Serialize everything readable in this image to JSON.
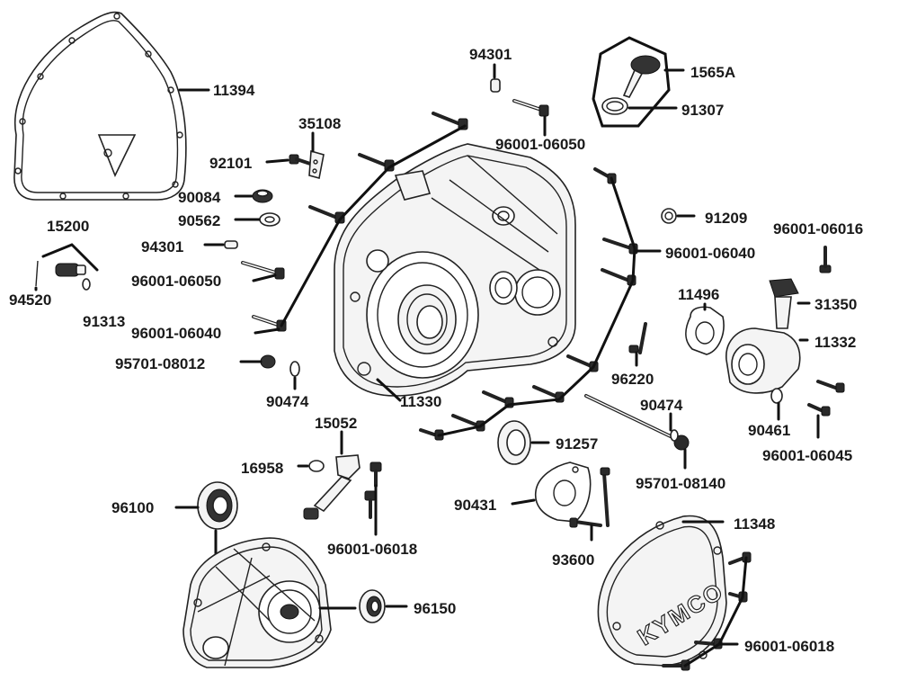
{
  "brand_logo": "KYMCO",
  "callouts": [
    {
      "id": "c-11394",
      "text": "11394"
    },
    {
      "id": "c-35108",
      "text": "35108"
    },
    {
      "id": "c-92101",
      "text": "92101"
    },
    {
      "id": "c-90084",
      "text": "90084"
    },
    {
      "id": "c-90562",
      "text": "90562"
    },
    {
      "id": "c-15200",
      "text": "15200"
    },
    {
      "id": "c-94301a",
      "text": "94301"
    },
    {
      "id": "c-96001-06050a",
      "text": "96001-06050"
    },
    {
      "id": "c-94520",
      "text": "94520"
    },
    {
      "id": "c-91313",
      "text": "91313"
    },
    {
      "id": "c-96001-06040a",
      "text": "96001-06040"
    },
    {
      "id": "c-95701-08012",
      "text": "95701-08012"
    },
    {
      "id": "c-90474a",
      "text": "90474"
    },
    {
      "id": "c-11330",
      "text": "11330"
    },
    {
      "id": "c-94301b",
      "text": "94301"
    },
    {
      "id": "c-96001-06050b",
      "text": "96001-06050"
    },
    {
      "id": "c-1565A",
      "text": "1565A"
    },
    {
      "id": "c-91307",
      "text": "91307"
    },
    {
      "id": "c-91209",
      "text": "91209"
    },
    {
      "id": "c-96001-06016",
      "text": "96001-06016"
    },
    {
      "id": "c-96001-06040b",
      "text": "96001-06040"
    },
    {
      "id": "c-11496",
      "text": "11496"
    },
    {
      "id": "c-31350",
      "text": "31350"
    },
    {
      "id": "c-11332",
      "text": "11332"
    },
    {
      "id": "c-96220",
      "text": "96220"
    },
    {
      "id": "c-90474b",
      "text": "90474"
    },
    {
      "id": "c-90461",
      "text": "90461"
    },
    {
      "id": "c-96001-06045",
      "text": "96001-06045"
    },
    {
      "id": "c-15052",
      "text": "15052"
    },
    {
      "id": "c-16958",
      "text": "16958"
    },
    {
      "id": "c-91257",
      "text": "91257"
    },
    {
      "id": "c-95701-08140",
      "text": "95701-08140"
    },
    {
      "id": "c-96100",
      "text": "96100"
    },
    {
      "id": "c-96001-06018a",
      "text": "96001-06018"
    },
    {
      "id": "c-90431",
      "text": "90431"
    },
    {
      "id": "c-11348",
      "text": "11348"
    },
    {
      "id": "c-93600",
      "text": "93600"
    },
    {
      "id": "c-96150",
      "text": "96150"
    },
    {
      "id": "c-96001-06018b",
      "text": "96001-06018"
    }
  ]
}
